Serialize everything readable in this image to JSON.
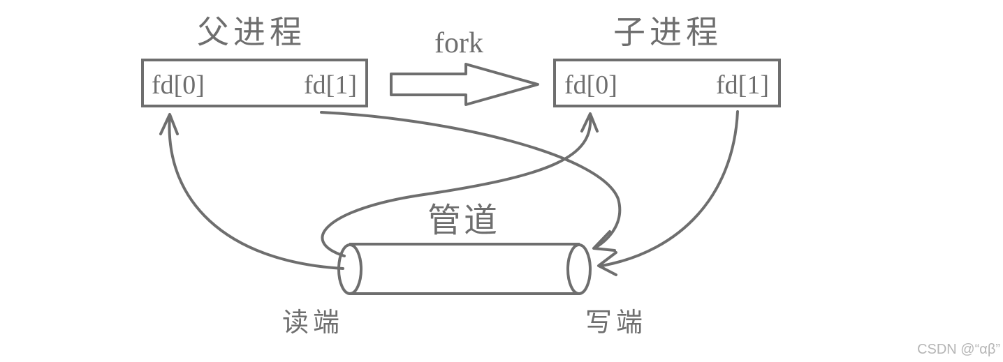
{
  "parent": {
    "title": "父进程",
    "fd_read": "fd[0]",
    "fd_write": "fd[1]"
  },
  "child": {
    "title": "子进程",
    "fd_read": "fd[0]",
    "fd_write": "fd[1]"
  },
  "fork_label": "fork",
  "pipe": {
    "title": "管道",
    "read_end": "读端",
    "write_end": "写端"
  },
  "watermark": "CSDN @“αβ”",
  "colors": {
    "stroke": "#6e6e6e",
    "watermark": "#b5b5b5",
    "background": "#ffffff"
  }
}
